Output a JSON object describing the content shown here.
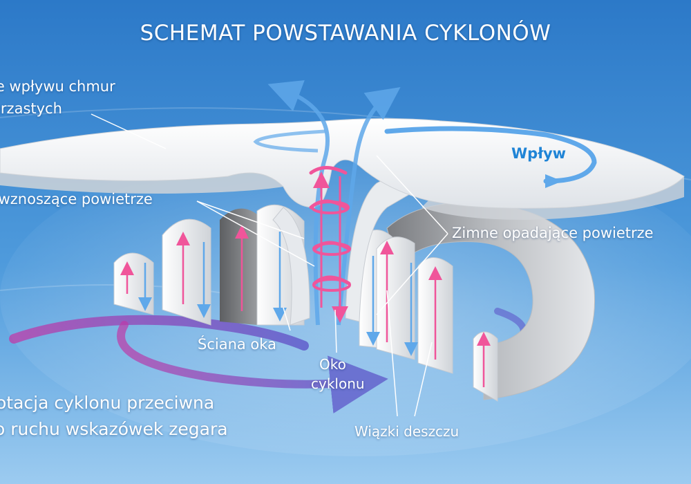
{
  "title": "SCHEMAT POWSTAWANIA CYKLONÓW",
  "labels": {
    "outflow_line1": "le wpływu chmur",
    "outflow_line2": "erzastych",
    "rising_air": "e wznoszące powietrze",
    "inflow": "Wpływ",
    "sinking_air": "Zimne opadające powietrze",
    "eyewall": "Ściana oka",
    "eye_line1": "Oko",
    "eye_line2": "cyklonu",
    "rotation_line1": "otacja cyklonu przeciwna",
    "rotation_line2": "o ruchu wskazówek zegara",
    "rain_bands": "Wiązki deszczu"
  },
  "colors": {
    "sky_top": "#2f7fce",
    "sky_bottom": "#8fc3ee",
    "cloud": "#f2f4f7",
    "cloud_shadow": "#c7cbd1",
    "dark_wall": "#6b6d70",
    "warm_arrow": "#f0559a",
    "cold_arrow": "#5fa8ea",
    "rotation_arrow": "#8b3fc1",
    "inflow_text": "#1f84d6"
  }
}
